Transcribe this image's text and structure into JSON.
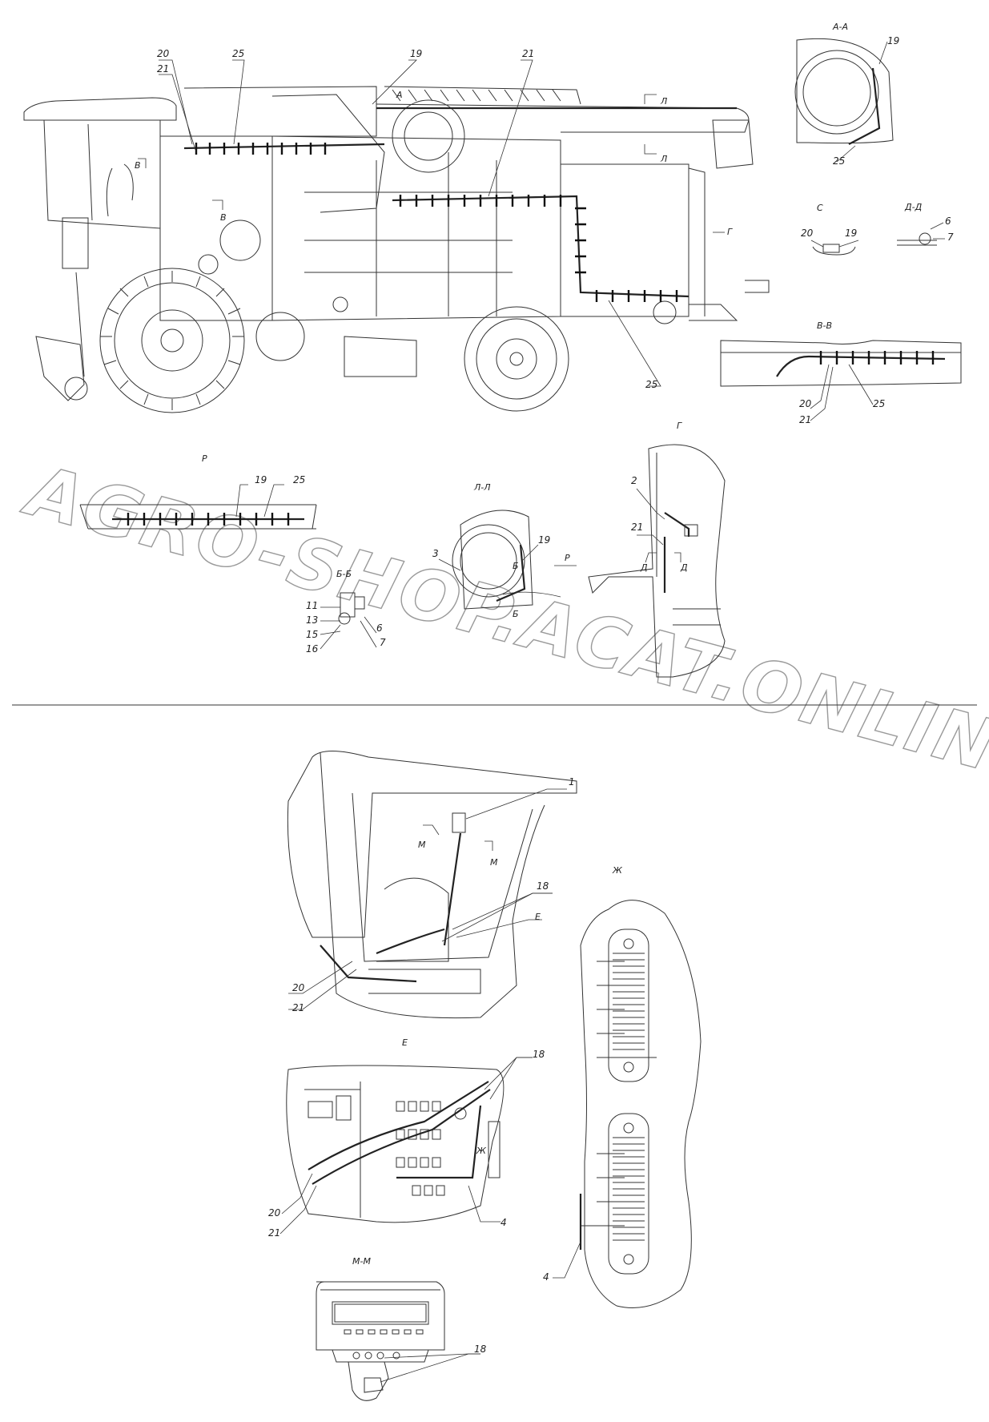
{
  "callouts": {
    "c20": "20",
    "c21": "21",
    "c25": "25",
    "c19": "19",
    "c1": "1",
    "c18": "18",
    "c4": "4",
    "c2": "2",
    "c3": "3",
    "c6": "6",
    "c7": "7",
    "c11": "11",
    "c13": "13",
    "c15": "15",
    "c16": "16"
  },
  "section_labels": {
    "aa": "А-А",
    "ll": "Л-Л",
    "bb": "Б-Б",
    "vv": "В-В",
    "dd": "Д-Д",
    "mm": "М-М",
    "s": "С",
    "r": "Р",
    "g": "Г",
    "zh": "Ж",
    "e": "Е",
    "a": "А",
    "l": "Л",
    "b": "Б",
    "v": "В",
    "d": "Д",
    "m": "М"
  },
  "watermark": "AGRO-SHOP.ACAT.ONLINE"
}
